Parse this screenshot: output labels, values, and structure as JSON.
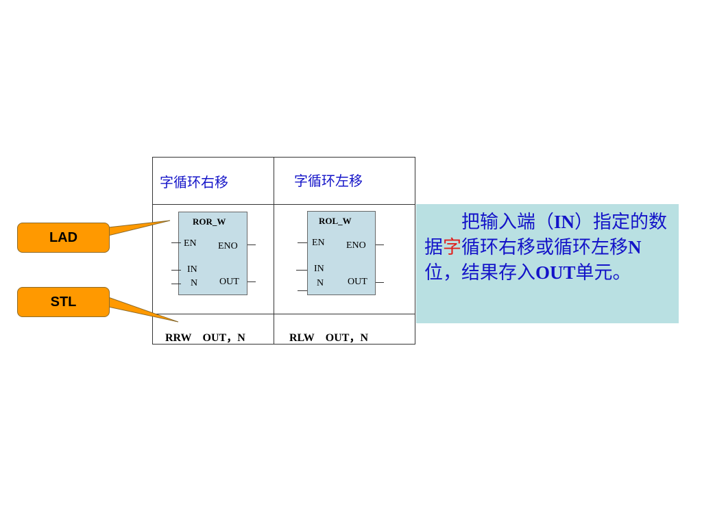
{
  "callouts": {
    "lad": "LAD",
    "stl": "STL"
  },
  "table": {
    "headers": [
      "字循环右移",
      "字循环左移"
    ],
    "blocks": [
      {
        "name": "ROR_W",
        "en": "EN",
        "eno": "ENO",
        "in": "IN",
        "n": "N",
        "out": "OUT"
      },
      {
        "name": "ROL_W",
        "en": "EN",
        "eno": "ENO",
        "in": "IN",
        "n": "N",
        "out": "OUT"
      }
    ],
    "stl": [
      {
        "op": "RRW",
        "args": "OUT，N"
      },
      {
        "op": "RLW",
        "args": "OUT，N"
      }
    ]
  },
  "description": {
    "part1": "把输入端（",
    "in": "IN",
    "part2": "）指定的数据",
    "highlight": "字",
    "part3": "循环右移或循环左移",
    "n": "N",
    "part4": "位，结果存入",
    "out": "OUT",
    "part5": "单元。"
  },
  "colors": {
    "title_text": "#1414c8",
    "highlight": "#e0201e",
    "callout_fill": "#ff9900",
    "desc_bg": "#b9e0e2",
    "block_fill": "#c5dde6"
  }
}
